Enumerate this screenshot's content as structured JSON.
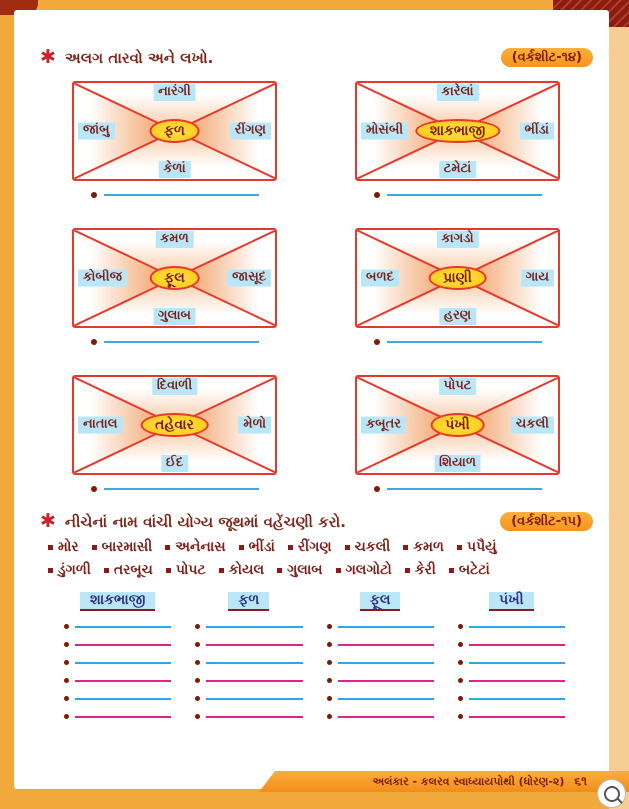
{
  "colors": {
    "frame_orange": "#F2A93B",
    "frame_right_light": "#F6CE93",
    "corner_dark_red": "#8E1B0E",
    "box_border_red": "#E23B2E",
    "oval_yellow": "#FFC60B",
    "highlight_cyan": "#B9E7F8",
    "text_maroon": "#7B241C",
    "line_blue": "#2BA9E0",
    "line_pink": "#E0218A",
    "answer_line_blue": "#3FA9DC"
  },
  "section1": {
    "instruction": "અલગ તારવો અને લખો.",
    "worksheet_badge": "(વર્કશીટ-૧૪)",
    "boxes": [
      {
        "center": "ફળ",
        "top": "નારંગી",
        "left": "જાંબુ",
        "right": "રીંગણ",
        "bottom": "કેળાં"
      },
      {
        "center": "શાકભાજી",
        "top": "કારેલાં",
        "left": "મોસંબી",
        "right": "ભીંડાં",
        "bottom": "ટમેટાં"
      },
      {
        "center": "ફૂલ",
        "top": "કમળ",
        "left": "કોબીજ",
        "right": "જાસૂદ",
        "bottom": "ગુલાબ"
      },
      {
        "center": "પ્રાણી",
        "top": "કાગડો",
        "left": "બળદ",
        "right": "ગાય",
        "bottom": "હરણ"
      },
      {
        "center": "તહેવાર",
        "top": "દિવાળી",
        "left": "નાતાલ",
        "right": "મેળો",
        "bottom": "ઈદ"
      },
      {
        "center": "પંખી",
        "top": "પોપટ",
        "left": "કબૂતર",
        "right": "ચકલી",
        "bottom": "શિયાળ"
      }
    ]
  },
  "section2": {
    "instruction": "નીચેનાં નામ વાંચી યોગ્ય જૂથમાં વહેંચણી કરો.",
    "worksheet_badge": "(વર્કશીટ-૧૫)",
    "words_row1": [
      "મોર",
      "બારમાસી",
      "અનેનાસ",
      "ભીંડાં",
      "રીંગણ",
      "ચકલી",
      "કમળ",
      "પપૈયું"
    ],
    "words_row2": [
      "ડુંગળી",
      "તરબૂચ",
      "પોપટ",
      "કોયલ",
      "ગુલાબ",
      "ગલગોટો",
      "કેરી",
      "બટેટાં"
    ],
    "table_headers": [
      "શાકભાજી",
      "ફળ",
      "ફૂલ",
      "પંખી"
    ]
  },
  "footer": {
    "book_title": "અલંકાર - કલરવ સ્વાધ્યાયપોથી (ધોરણ-૨)",
    "page_number": "૬૧"
  }
}
